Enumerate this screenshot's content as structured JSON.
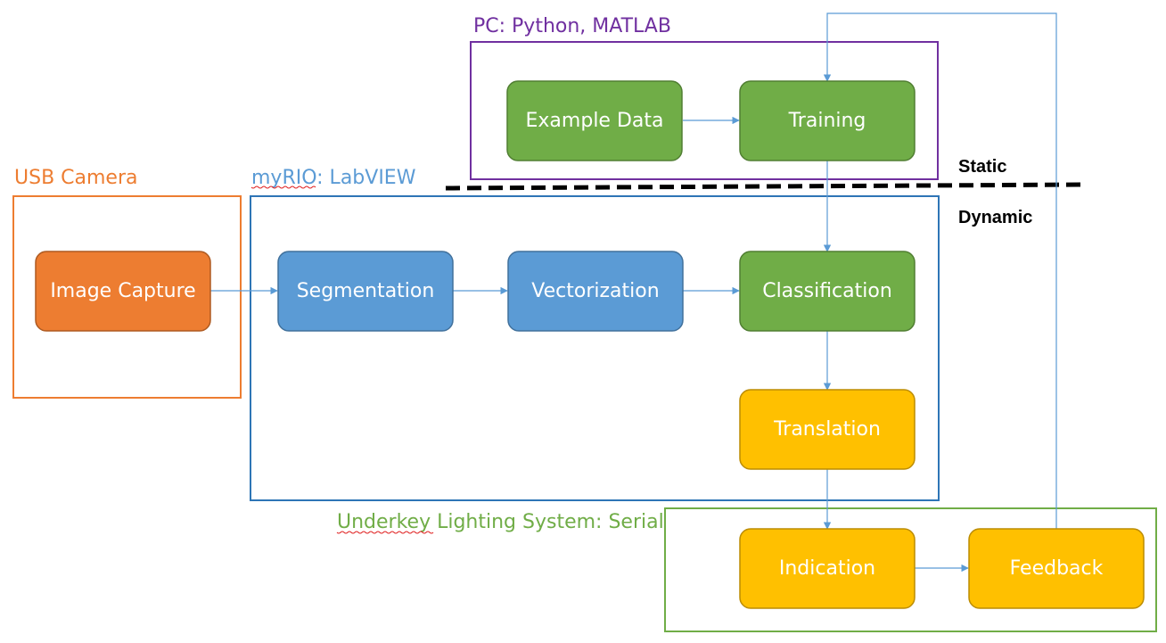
{
  "groups": {
    "pc": {
      "label": "PC: Python, MATLAB",
      "color": "#7030a0"
    },
    "usb": {
      "label": "USB Camera",
      "color": "#ed7d31"
    },
    "myrio": {
      "label_a": "myRIO",
      "label_b": ": LabVIEW",
      "color": "#2e75b6",
      "label_color": "#5b9bd5"
    },
    "underkey": {
      "label_a": "Underkey",
      "label_b": " Lighting System: Serial",
      "color": "#70ad47"
    }
  },
  "zones": {
    "static": "Static",
    "dynamic": "Dynamic"
  },
  "nodes": {
    "example_data": "Example Data",
    "training": "Training",
    "image_capture": "Image Capture",
    "segmentation": "Segmentation",
    "vectorization": "Vectorization",
    "classification": "Classification",
    "translation": "Translation",
    "indication": "Indication",
    "feedback": "Feedback"
  },
  "colors": {
    "green": "#70ad47",
    "green_stroke": "#507e32",
    "orange": "#ed7d31",
    "orange_stroke": "#ae5a21",
    "blue": "#5b9bd5",
    "blue_stroke": "#41719c",
    "yellow": "#ffc000",
    "yellow_stroke": "#bc8c00",
    "arrow": "#5b9bd5"
  }
}
